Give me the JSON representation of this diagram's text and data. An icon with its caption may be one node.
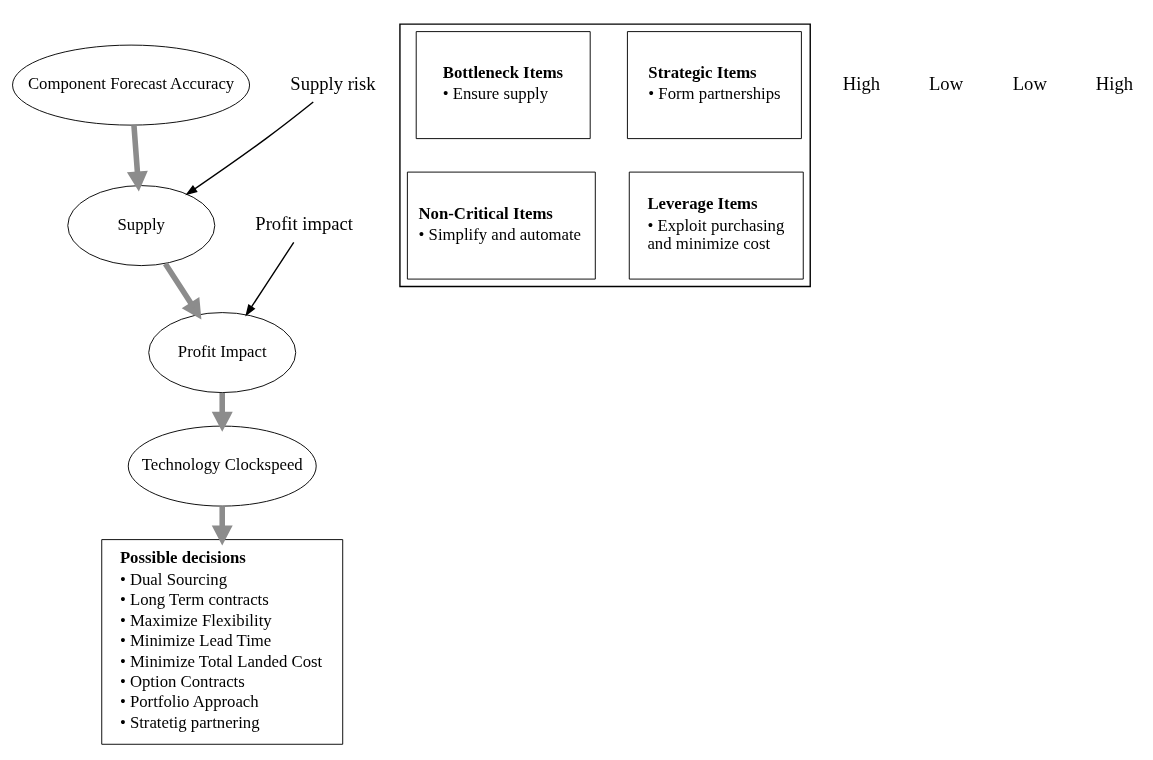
{
  "diagram": {
    "nodes": [
      {
        "text": [
          "Component Forecast Accuracy"
        ]
      },
      {
        "text": [
          "Supply"
        ]
      },
      {
        "text": [
          "Profit Impact"
        ]
      },
      {
        "text": [
          "Technology Clockspeed"
        ]
      },
      {
        "text": [
          "Supply risk"
        ]
      },
      {
        "text": [],
        "shape": "box"
      },
      {
        "text": [
          "Bottleneck Items",
          "• Ensure supply"
        ],
        "in": 5
      },
      {
        "text": [
          "Strategic Items",
          "• Form partnerships"
        ],
        "in": 5
      },
      {
        "text": [
          "Non-Critical Items",
          "• Simplify and automate"
        ],
        "in": 5
      },
      {
        "text": [
          "Leverage Items",
          "• Exploit purchasing and minimize cost"
        ],
        "in": 5
      },
      {
        "text": [
          "Profit impact"
        ]
      },
      {
        "text": [
          "Possible decisions",
          "• Dual Sourcing",
          "• Long Term contracts",
          "• Maximize Flexibility",
          "• Minimize Lead Time",
          "• Minimize Total Landed Cost",
          "• Option Contracts",
          "• Portfolio Approach",
          "• Stratetig partnering"
        ]
      }
    ],
    "edges": [
      {
        "from": 0,
        "to": 1,
        "arrow": "to"
      },
      {
        "from": 4,
        "to": 1,
        "arrow": "to",
        "color": "#000000"
      },
      {
        "from": 1,
        "to": 2,
        "arrow": "to"
      },
      {
        "from": 10,
        "to": 2,
        "arrow": "to",
        "color": "#000000"
      },
      {
        "from": 2,
        "to": 3,
        "arrow": "to"
      },
      {
        "from": 3,
        "to": 11,
        "arrow": "to"
      }
    ],
    "labels": [
      "High",
      "Low",
      "Low",
      "High"
    ]
  }
}
